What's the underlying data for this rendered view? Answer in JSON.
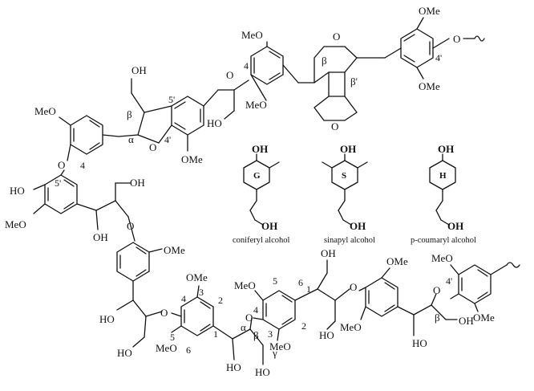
{
  "monolignols": [
    {
      "letter": "G",
      "caption": "coniferyl alcohol"
    },
    {
      "letter": "S",
      "caption": "sinapyl alcohol"
    },
    {
      "letter": "H",
      "caption": "p-coumaryl alcohol"
    }
  ],
  "groups": {
    "ome": "OMe",
    "meo": "MeO",
    "oh": "OH",
    "ho": "HO",
    "o": "O"
  },
  "positions": {
    "n1": "1",
    "n2": "2",
    "n3": "3",
    "n4": "4",
    "n5": "5",
    "n6": "6",
    "n4p": "4'",
    "n5p": "5'"
  },
  "greek": {
    "alpha": "α",
    "beta": "β",
    "gamma": "γ",
    "beta_prime": "β'"
  }
}
